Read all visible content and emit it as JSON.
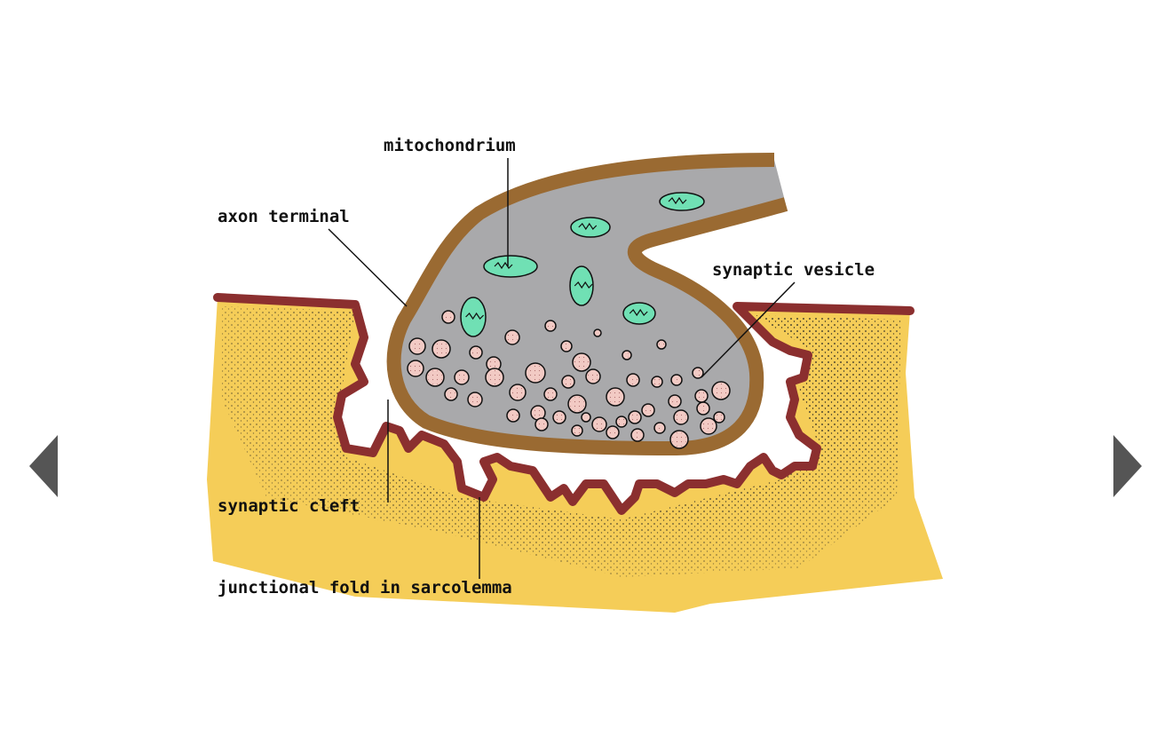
{
  "viewer": {
    "prev_icon": "triangle-left-icon",
    "next_icon": "triangle-right-icon",
    "arrow_color": "#555555"
  },
  "diagram": {
    "labels": {
      "mitochondrium": "mitochondrium",
      "axon_terminal": "axon terminal",
      "synaptic_vesicle": "synaptic vesicle",
      "synaptic_cleft": "synaptic cleft",
      "junctional_fold": "junctional fold in sarcolemma"
    },
    "colors": {
      "muscle": "#f5cd58",
      "sarcolemma": "#8b2f2f",
      "axon_membrane": "#9a6a32",
      "axoplasm": "#a9a9ab",
      "mitochondrion": "#70e0b4",
      "vesicle": "#f2cac4"
    }
  }
}
